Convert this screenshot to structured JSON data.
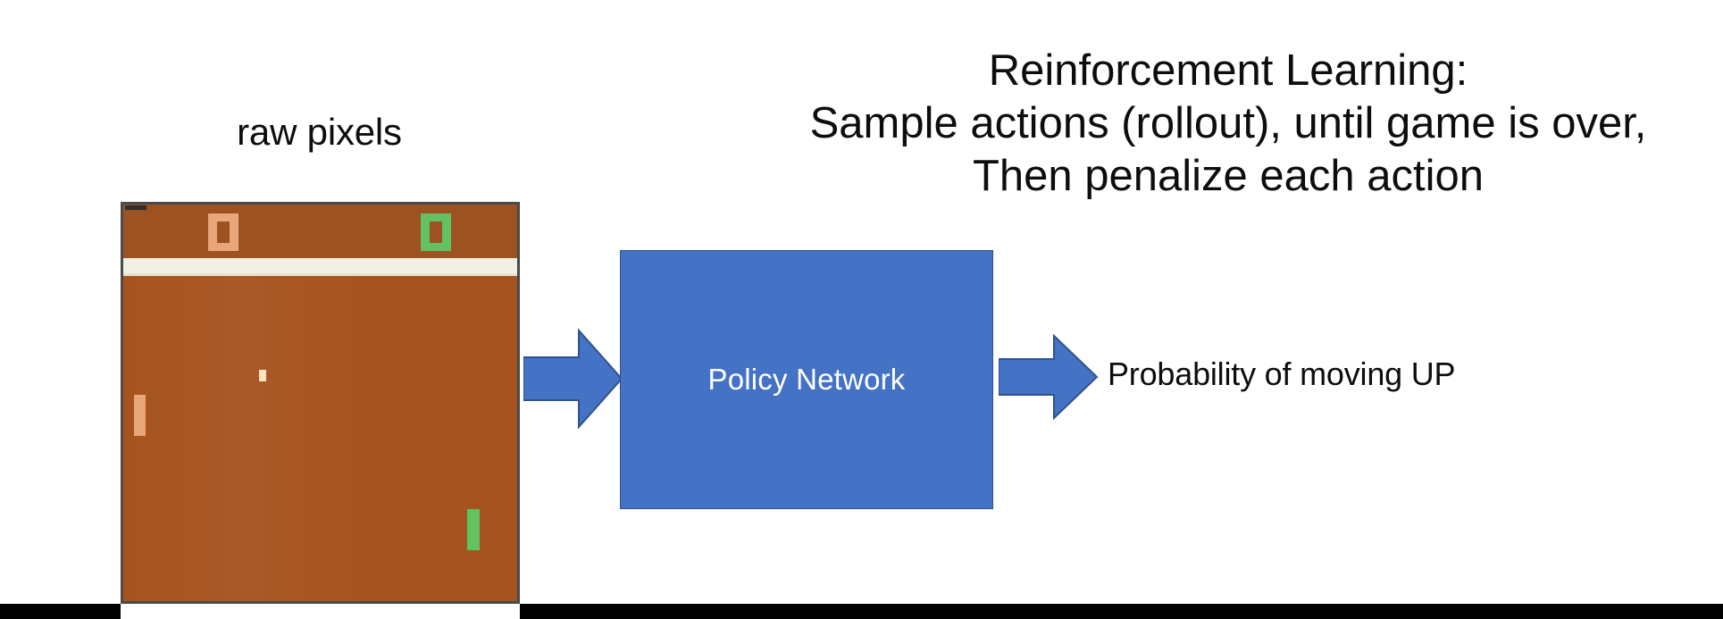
{
  "slide": {
    "background_color": "#ffffff",
    "headline": {
      "lines": [
        "Reinforcement Learning:",
        "Sample actions (rollout), until game is over,",
        "Then penalize each action"
      ],
      "line1": "Reinforcement Learning:",
      "line2": "Sample actions (rollout), until game is over,",
      "line3": "Then penalize each action",
      "text_color": "#0d0d0d"
    },
    "raw_pixels_label": "raw pixels",
    "game": {
      "title": "Pong",
      "background_color": "#a6531f",
      "border_color": "#4a4a4a",
      "divider_color": "#f2efe4",
      "score_left": "0",
      "score_left_color": "#e9a67a",
      "score_right": "0",
      "score_right_color": "#62c162",
      "paddle_left_color": "#e9a67a",
      "paddle_right_color": "#5fc35f",
      "ball_color": "#fbe5c0"
    },
    "arrows": {
      "input_arrow_name": "right-arrow-icon",
      "output_arrow_name": "right-arrow-icon",
      "color": "#4472c4",
      "outline_color": "#2f528f"
    },
    "policy_box": {
      "label": "Policy Network",
      "fill_color": "#4472c4",
      "border_color": "#2f528f",
      "text_color": "#ffffff"
    },
    "output_label": "Probability of moving UP",
    "bottom_bars": {
      "color": "#000000"
    }
  }
}
